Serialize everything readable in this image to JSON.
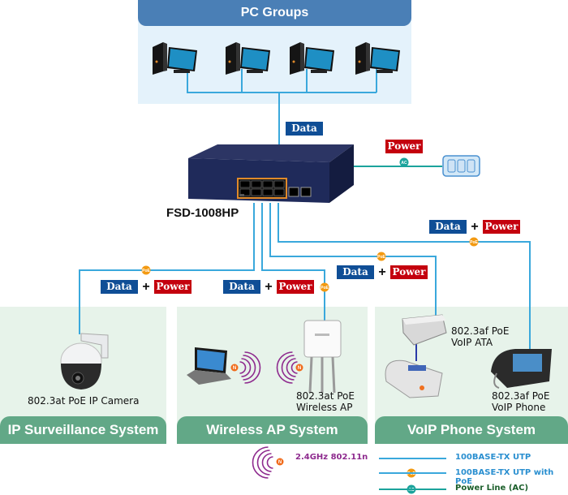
{
  "pc_groups": {
    "title": "PC Groups",
    "count": 4
  },
  "switch": {
    "model": "FSD-1008HP"
  },
  "tags": {
    "data": "Data",
    "power": "Power",
    "plus": "+"
  },
  "badges": {
    "poe": "PoE",
    "ac": "AC",
    "n": "N"
  },
  "devices": {
    "camera": "802.3at PoE IP Camera",
    "ap_line1": "802.3at PoE",
    "ap_line2": "Wireless AP",
    "ata_line1": "802.3af PoE",
    "ata_line2": "VoIP ATA",
    "phone_line1": "802.3af PoE",
    "phone_line2": "VoIP Phone"
  },
  "zones": [
    {
      "title": "IP Surveillance System"
    },
    {
      "title": "Wireless AP System"
    },
    {
      "title": "VoIP Phone System"
    }
  ],
  "legend": {
    "wireless": "2.4GHz 802.11n",
    "utp": "100BASE-TX UTP",
    "utp_poe": "100BASE-TX UTP with PoE",
    "power_line": "Power Line (AC)"
  },
  "colors": {
    "utp": "#3aa8dc",
    "ac": "#1ba39c",
    "poe": "#f39a12",
    "data_tag": "#0f4e96",
    "power_tag": "#c4000e",
    "zone_header": "#62a887",
    "pc_header": "#4a7fb6",
    "wifi": "#8e2a8e",
    "legend_text_blue": "#2a8fd0",
    "legend_text_green": "#1a5e2a"
  }
}
